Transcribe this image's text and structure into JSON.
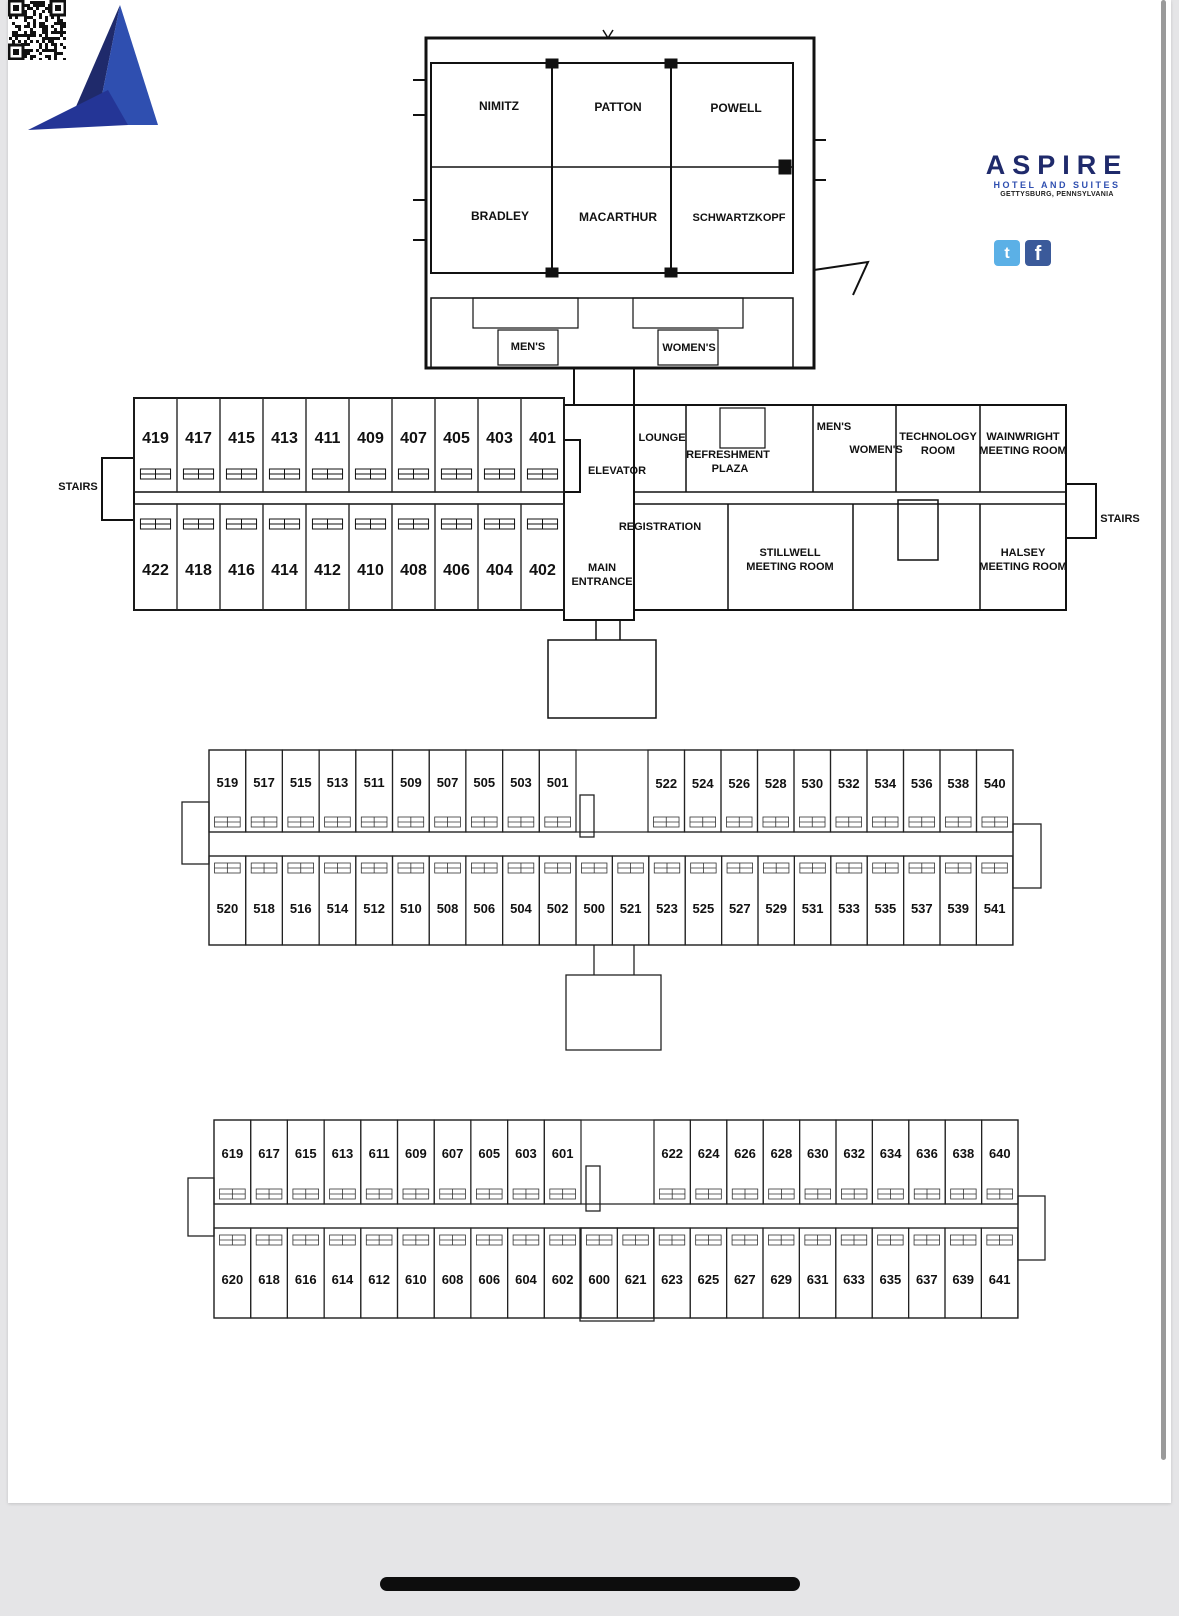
{
  "brand": {
    "name": "ASPIRE",
    "subtitle": "HOTEL AND SUITES",
    "location": "GETTYSBURG, PENNSYLVANIA",
    "colors": {
      "dark": "#1f2a6b",
      "blue": "#2f4fb0"
    },
    "icons": [
      "twitter-icon",
      "facebook-icon",
      "qr-code-icon"
    ]
  },
  "conference": {
    "rooms": [
      "NIMITZ",
      "PATTON",
      "POWELL",
      "BRADLEY",
      "MACARTHUR",
      "SCHWARTZKOPF"
    ],
    "mens": "MEN'S",
    "womens": "WOMEN'S"
  },
  "floor4": {
    "stairs_left": "STAIRS",
    "stairs_right": "STAIRS",
    "top_rooms": [
      "419",
      "417",
      "415",
      "413",
      "411",
      "409",
      "407",
      "405",
      "403",
      "401"
    ],
    "bottom_rooms": [
      "422",
      "418",
      "416",
      "414",
      "412",
      "410",
      "408",
      "406",
      "404",
      "402"
    ],
    "labels": {
      "elevator": "ELEVATOR",
      "lounge": "LOUNGE",
      "refreshment_1": "REFRESHMENT",
      "refreshment_2": "PLAZA",
      "registration": "REGISTRATION",
      "main_1": "MAIN",
      "main_2": "ENTRANCE",
      "mens": "MEN'S",
      "womens": "WOMEN'S",
      "technology_1": "TECHNOLOGY",
      "technology_2": "ROOM",
      "wainwright_1": "WAINWRIGHT",
      "wainwright_2": "MEETING ROOM",
      "stillwell_1": "STILLWELL",
      "stillwell_2": "MEETING ROOM",
      "halsey_1": "HALSEY",
      "halsey_2": "MEETING ROOM"
    }
  },
  "floor5": {
    "top_left": [
      "519",
      "517",
      "515",
      "513",
      "511",
      "509",
      "507",
      "505",
      "503",
      "501"
    ],
    "top_right": [
      "522",
      "524",
      "526",
      "528",
      "530",
      "532",
      "534",
      "536",
      "538",
      "540"
    ],
    "bottom_left": [
      "520",
      "518",
      "516",
      "514",
      "512",
      "510",
      "508",
      "506",
      "504",
      "502"
    ],
    "bottom_right": [
      "500",
      "521",
      "523",
      "525",
      "527",
      "529",
      "531",
      "533",
      "535",
      "537",
      "539",
      "541"
    ]
  },
  "floor6": {
    "top_left": [
      "619",
      "617",
      "615",
      "613",
      "611",
      "609",
      "607",
      "605",
      "603",
      "601"
    ],
    "top_right": [
      "622",
      "624",
      "626",
      "628",
      "630",
      "632",
      "634",
      "636",
      "638",
      "640"
    ],
    "bottom_left": [
      "620",
      "618",
      "616",
      "614",
      "612",
      "610",
      "608",
      "606",
      "604",
      "602"
    ],
    "bottom_right": [
      "600",
      "621",
      "623",
      "625",
      "627",
      "629",
      "631",
      "633",
      "635",
      "637",
      "639",
      "641"
    ]
  }
}
